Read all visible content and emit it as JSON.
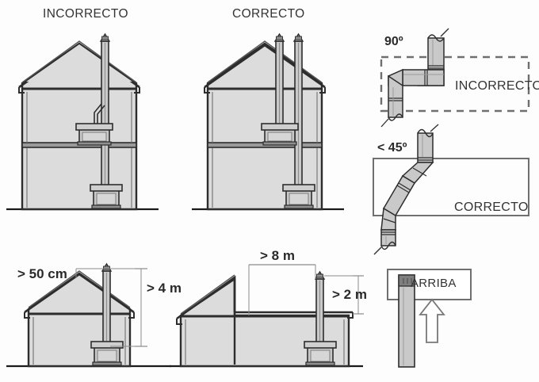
{
  "figure": {
    "type": "technical-diagram",
    "subject": "Chimney / flue installation guidelines",
    "language": "es"
  },
  "headings": {
    "incorrect": "INCORRECTO",
    "correct": "CORRECTO"
  },
  "panels": {
    "elbow_90": {
      "angle_label": "90º",
      "verdict": "INCORRECTO",
      "border_style": "dashed"
    },
    "elbow_45": {
      "angle_label": "< 45º",
      "verdict": "CORRECTO",
      "border_style": "solid"
    },
    "orientation": {
      "label": "ARRIBA",
      "arrow": "up-arrow-outline"
    }
  },
  "dimensions": {
    "roof_clearance": "> 50 cm",
    "total_height": "> 4 m",
    "horizontal_run": "> 8 m",
    "ridge_clearance": "> 2 m"
  },
  "colors": {
    "wall_fill": "#dcdcdc",
    "pipe_fill": "#c9c9c9",
    "outline": "#2d2d2d",
    "ground": "#1a1a1a",
    "panel_border": "#777777",
    "background": "#fdfdfd"
  }
}
